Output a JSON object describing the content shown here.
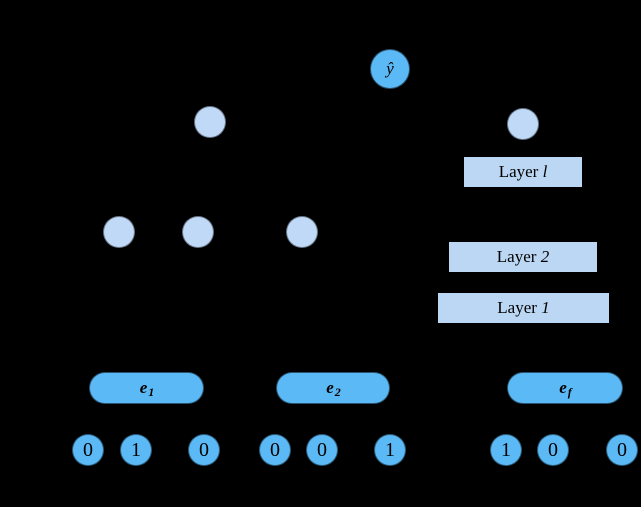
{
  "colors": {
    "background": "#000000",
    "node_blue": "#5BB9F5",
    "node_light": "#BFD9F7",
    "box_light": "#BCD7F3",
    "text_dark": "#000000"
  },
  "output_node": {
    "label": "ŷ"
  },
  "hidden_layers": [
    {
      "word": "Layer ",
      "index": "l"
    },
    {
      "word": "Layer ",
      "index": "2"
    },
    {
      "word": "Layer ",
      "index": "1"
    }
  ],
  "embeddings": [
    {
      "base": "e",
      "sub": "1"
    },
    {
      "base": "e",
      "sub": "2"
    },
    {
      "base": "e",
      "sub": "f"
    }
  ],
  "input_groups": [
    {
      "bits": [
        "0",
        "1",
        "0"
      ]
    },
    {
      "bits": [
        "0",
        "0",
        "1"
      ]
    },
    {
      "bits": [
        "1",
        "0",
        "0"
      ]
    }
  ]
}
